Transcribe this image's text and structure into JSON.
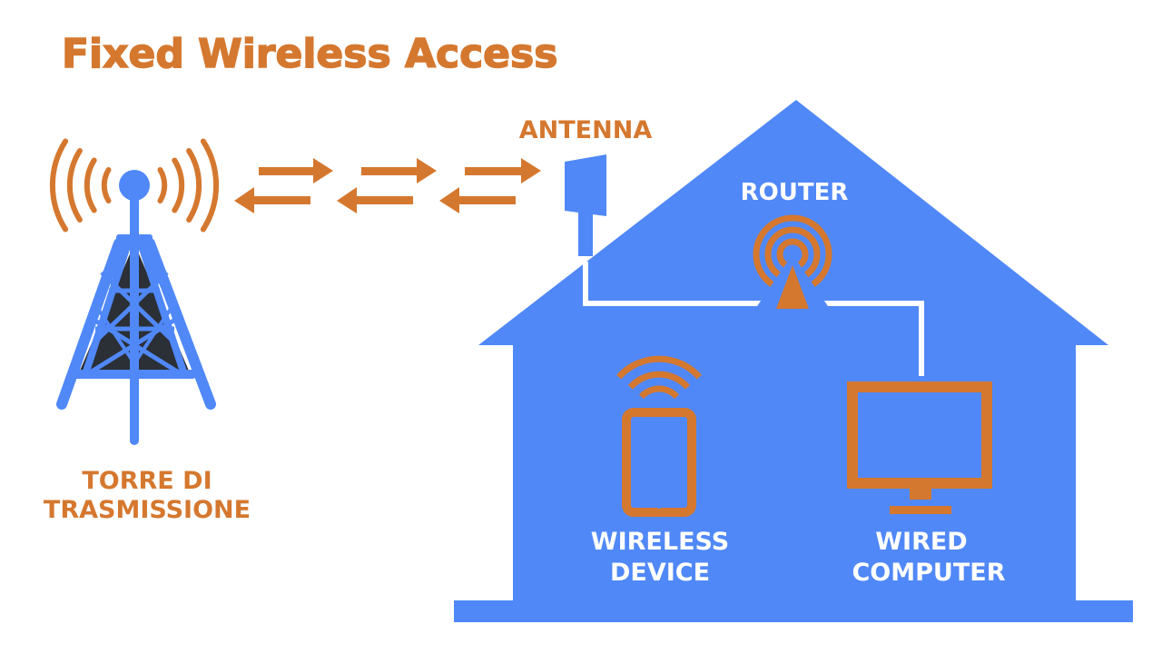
{
  "title": "Fixed Wireless Access",
  "labels": {
    "tower_line1": "TORRE DI",
    "tower_line2": "TRASMISSIONE",
    "antenna": "ANTENNA",
    "router": "ROUTER",
    "wireless_line1": "WIRELESS",
    "wireless_line2": "DEVICE",
    "wired_line1": "WIRED",
    "wired_line2": "COMPUTER"
  },
  "colors": {
    "orange": "#D5782F",
    "blue": "#5088F8",
    "dark": "#2B2F36",
    "white": "#FFFFFF"
  },
  "icons": [
    "transmission-tower-icon",
    "signal-waves-icon",
    "arrow-right-icon",
    "arrow-left-icon",
    "antenna-panel-icon",
    "house-shape",
    "router-icon",
    "smartphone-icon",
    "wifi-icon",
    "monitor-icon"
  ]
}
